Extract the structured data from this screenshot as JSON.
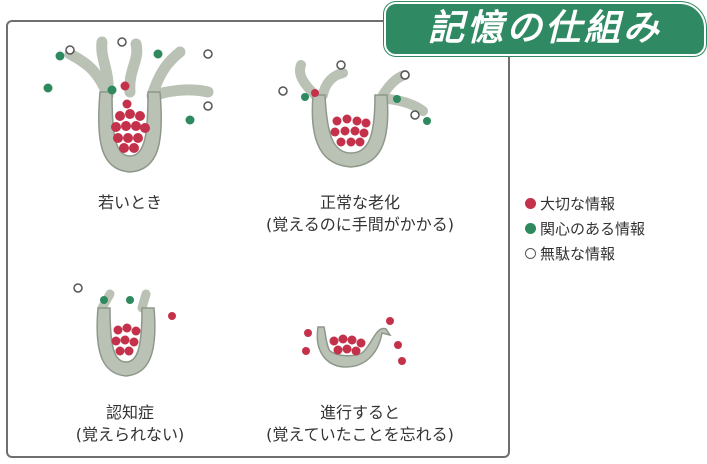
{
  "title": "記憶の仕組み",
  "colors": {
    "important": "#c4314b",
    "interest": "#2e8a5e",
    "useless": "#ffffff",
    "neuron": "#b9c2b4",
    "title_bg": "#2f8a63"
  },
  "panels": [
    {
      "line1": "若いとき",
      "line2": ""
    },
    {
      "line1": "正常な老化",
      "line2": "(覚えるのに手間がかかる)"
    },
    {
      "line1": "認知症",
      "line2": "(覚えられない)"
    },
    {
      "line1": "進行すると",
      "line2": "(覚えていたことを忘れる)"
    }
  ],
  "legend": [
    {
      "label": "大切な情報",
      "kind": "important"
    },
    {
      "label": "関心のある情報",
      "kind": "interest"
    },
    {
      "label": "無駄な情報",
      "kind": "useless"
    }
  ]
}
